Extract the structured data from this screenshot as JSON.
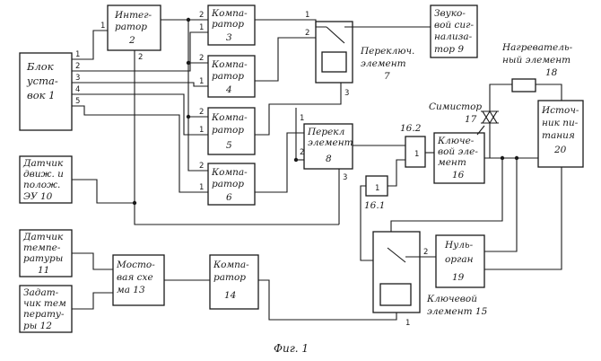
{
  "blocks": {
    "b1": [
      "Блок",
      "уста-",
      "вок 1"
    ],
    "b2": [
      "Интег-",
      "ратор",
      "2"
    ],
    "b3": [
      "Компа-",
      "ратор",
      "3"
    ],
    "b4": [
      "Компа-",
      "ратор",
      "4"
    ],
    "b5": [
      "Компа-",
      "ратор",
      "5"
    ],
    "b6": [
      "Компа-",
      "ратор",
      "6"
    ],
    "b7": [
      "Переключ.",
      "элемент",
      "7"
    ],
    "b8": [
      "Перекл",
      "элемент",
      "8"
    ],
    "b9": [
      "Звуко-",
      "вой сиг-",
      "нализа-",
      "тор 9"
    ],
    "b10": [
      "Датчик",
      "движ. и",
      "полож.",
      "ЭУ 10"
    ],
    "b11": [
      "Датчик",
      "темпе-",
      "ратуры",
      "11"
    ],
    "b12": [
      "Задат-",
      "чик тем",
      "перату-",
      "ры 12"
    ],
    "b13": [
      "Мосто-",
      "вая схе",
      "ма 13"
    ],
    "b14": [
      "Компа-",
      "ратор",
      "14"
    ],
    "b15": [
      "Ключевой",
      "элемент 15"
    ],
    "b16": [
      "Ключе-",
      "вой эле-",
      "мент",
      "16"
    ],
    "b17": [
      "Симистор",
      "17"
    ],
    "b18": [
      "Нагреватель-",
      "ный элемент",
      "18"
    ],
    "b19": [
      "Нуль-",
      "орган",
      "19"
    ],
    "b20": [
      "Источ-",
      "ник пи-",
      "тания",
      "20"
    ],
    "g161": "16.1",
    "g162": "16.2"
  },
  "pins": [
    "1",
    "2",
    "3",
    "4",
    "5"
  ],
  "caption": "Фиг. 1"
}
